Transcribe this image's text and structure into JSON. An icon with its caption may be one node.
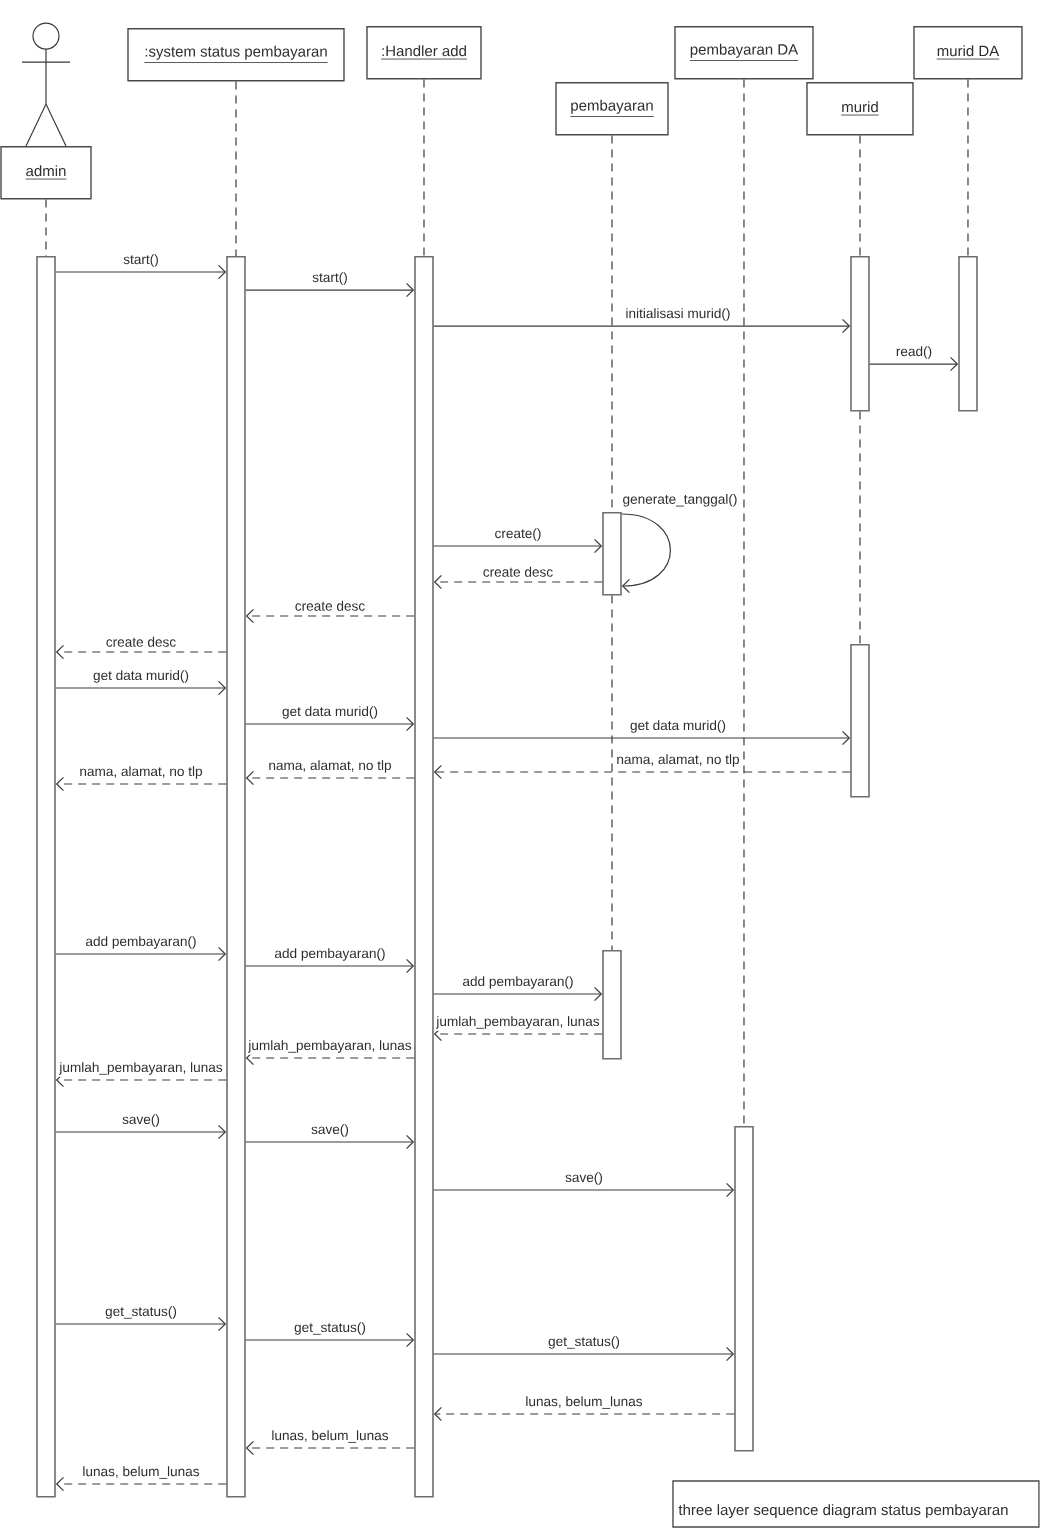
{
  "diagram": {
    "caption": "three layer sequence diagram status pembayaran",
    "nodes": [
      {
        "text": [
          "admin"
        ]
      },
      {
        "text": [
          ":system status pembayaran"
        ]
      },
      {
        "text": [
          ":Handler add"
        ]
      },
      {
        "text": [
          "pembayaran"
        ]
      },
      {
        "text": [
          "pembayaran DA"
        ]
      },
      {
        "text": [
          "murid"
        ]
      },
      {
        "text": [
          "murid DA"
        ]
      },
      {
        "text": [],
        "shape": "bar"
      },
      {
        "text": [],
        "shape": "bar"
      },
      {
        "text": [],
        "shape": "bar"
      },
      {
        "text": [],
        "shape": "bar"
      },
      {
        "text": [],
        "shape": "bar"
      },
      {
        "text": [],
        "shape": "bar"
      },
      {
        "text": [],
        "shape": "bar"
      },
      {
        "text": [],
        "shape": "bar"
      },
      {
        "text": [],
        "shape": "bar"
      }
    ],
    "edges": [
      {
        "from": 0,
        "to": 7,
        "arrow": "none",
        "style": "dashed"
      },
      {
        "from": 1,
        "to": 8,
        "arrow": "none",
        "style": "dashed"
      },
      {
        "from": 2,
        "to": 9,
        "arrow": "none",
        "style": "dashed"
      },
      {
        "from": 3,
        "to": 10,
        "arrow": "none",
        "style": "dashed"
      },
      {
        "from": 10,
        "to": 11,
        "arrow": "none",
        "style": "dashed"
      },
      {
        "from": 4,
        "to": 12,
        "arrow": "none",
        "style": "dashed"
      },
      {
        "from": 5,
        "to": 13,
        "arrow": "none",
        "style": "dashed"
      },
      {
        "from": 13,
        "to": 14,
        "arrow": "none",
        "style": "dashed"
      },
      {
        "from": 6,
        "to": 15,
        "arrow": "none",
        "style": "dashed"
      },
      {
        "from": 7,
        "to": 8,
        "arrow": "to",
        "label": "start()"
      },
      {
        "from": 8,
        "to": 9,
        "arrow": "to",
        "label": "start()"
      },
      {
        "from": 9,
        "to": 13,
        "arrow": "to",
        "label": "initialisasi murid()"
      },
      {
        "from": 13,
        "to": 15,
        "arrow": "to",
        "label": "read()"
      },
      {
        "from": 9,
        "to": 10,
        "arrow": "to",
        "label": "create()"
      },
      {
        "from": 10,
        "to": 10,
        "arrow": "to",
        "label": "generate_tanggal()"
      },
      {
        "from": 10,
        "to": 9,
        "arrow": "to",
        "label": "create desc",
        "style": "dashed"
      },
      {
        "from": 9,
        "to": 8,
        "arrow": "to",
        "label": "create desc",
        "style": "dashed"
      },
      {
        "from": 8,
        "to": 7,
        "arrow": "to",
        "label": "create desc",
        "style": "dashed"
      },
      {
        "from": 7,
        "to": 8,
        "arrow": "to",
        "label": "get data murid()"
      },
      {
        "from": 8,
        "to": 9,
        "arrow": "to",
        "label": "get data murid()"
      },
      {
        "from": 9,
        "to": 14,
        "arrow": "to",
        "label": "get data murid()"
      },
      {
        "from": 14,
        "to": 9,
        "arrow": "to",
        "label": "nama, alamat, no tlp",
        "style": "dashed"
      },
      {
        "from": 9,
        "to": 8,
        "arrow": "to",
        "label": "nama, alamat, no tlp",
        "style": "dashed"
      },
      {
        "from": 8,
        "to": 7,
        "arrow": "to",
        "label": "nama, alamat, no tlp",
        "style": "dashed"
      },
      {
        "from": 7,
        "to": 8,
        "arrow": "to",
        "label": "add pembayaran()"
      },
      {
        "from": 8,
        "to": 9,
        "arrow": "to",
        "label": "add pembayaran()"
      },
      {
        "from": 9,
        "to": 11,
        "arrow": "to",
        "label": "add pembayaran()"
      },
      {
        "from": 11,
        "to": 9,
        "arrow": "to",
        "label": "jumlah_pembayaran, lunas",
        "style": "dashed"
      },
      {
        "from": 9,
        "to": 8,
        "arrow": "to",
        "label": "jumlah_pembayaran, lunas",
        "style": "dashed"
      },
      {
        "from": 8,
        "to": 7,
        "arrow": "to",
        "label": "jumlah_pembayaran, lunas",
        "style": "dashed"
      },
      {
        "from": 7,
        "to": 8,
        "arrow": "to",
        "label": "save()"
      },
      {
        "from": 8,
        "to": 9,
        "arrow": "to",
        "label": "save()"
      },
      {
        "from": 9,
        "to": 12,
        "arrow": "to",
        "label": "save()"
      },
      {
        "from": 7,
        "to": 8,
        "arrow": "to",
        "label": "get_status()"
      },
      {
        "from": 8,
        "to": 9,
        "arrow": "to",
        "label": "get_status()"
      },
      {
        "from": 9,
        "to": 12,
        "arrow": "to",
        "label": "get_status()"
      },
      {
        "from": 12,
        "to": 9,
        "arrow": "to",
        "label": "lunas, belum_lunas",
        "style": "dashed"
      },
      {
        "from": 9,
        "to": 8,
        "arrow": "to",
        "label": "lunas, belum_lunas",
        "style": "dashed"
      },
      {
        "from": 8,
        "to": 7,
        "arrow": "to",
        "label": "lunas, belum_lunas",
        "style": "dashed"
      }
    ]
  }
}
